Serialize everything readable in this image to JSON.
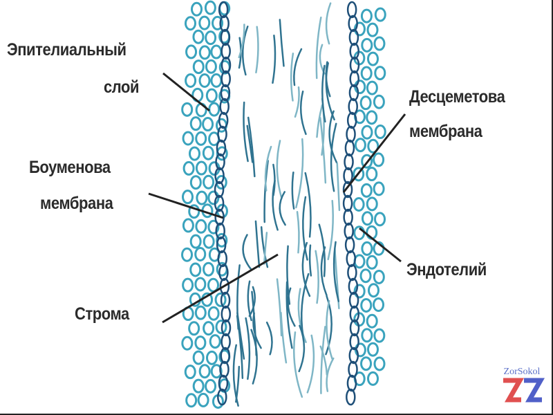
{
  "labels": {
    "epithelium_1": "Эпителиальный",
    "epithelium_2": "слой",
    "descemet_1": "Десцеметова",
    "descemet_2": "мембрана",
    "bowman_1": "Боуменова",
    "bowman_2": "мембрана",
    "endothelium": "Эндотелий",
    "stroma": "Строма"
  },
  "watermark": "ZorSokol",
  "colors": {
    "cells": "#3aa3bd",
    "membrane": "#1e4f78",
    "fibers": "#2f7390",
    "text": "#2b2b2b"
  }
}
